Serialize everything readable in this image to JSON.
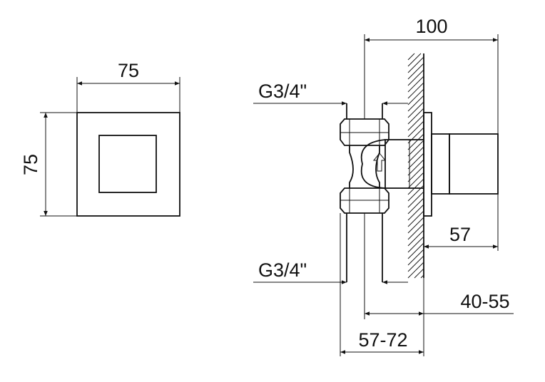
{
  "drawing": {
    "front_view": {
      "width_label": "75",
      "height_label": "75"
    },
    "side_view": {
      "overall_label": "100",
      "top_thread_label": "G3/4\"",
      "bottom_thread_label": "G3/4\"",
      "cover_label": "57",
      "depth_range_label": "40-55",
      "body_range_label": "57-72"
    },
    "colors": {
      "line": "#111111",
      "background": "#ffffff"
    },
    "icons": {
      "flow_direction": "arrow-up-icon"
    }
  }
}
